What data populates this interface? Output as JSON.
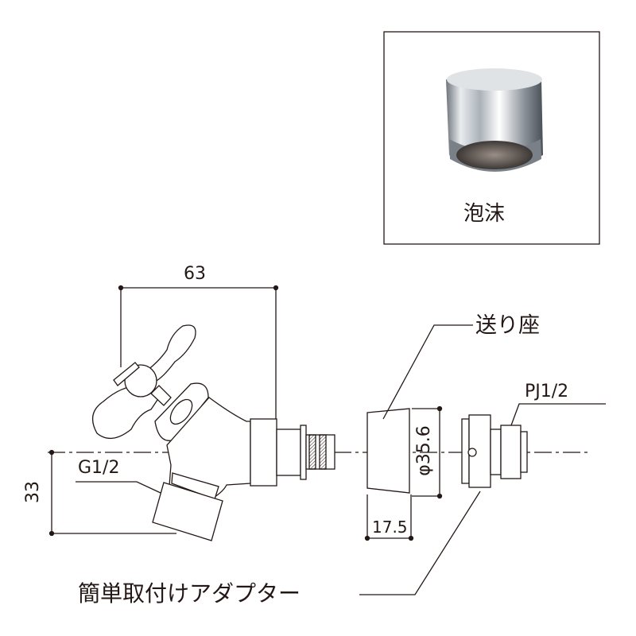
{
  "inset": {
    "caption": "泡沫"
  },
  "dimensions": {
    "width": "63",
    "height": "33",
    "diameter": "φ35.6",
    "length": "17.5"
  },
  "labels": {
    "inlet_thread": "G1/2",
    "seat": "送り座",
    "outlet_thread": "PJ1/2",
    "adapter": "簡単取付けアダプター"
  },
  "colors": {
    "line": "#231815",
    "background": "#ffffff"
  }
}
